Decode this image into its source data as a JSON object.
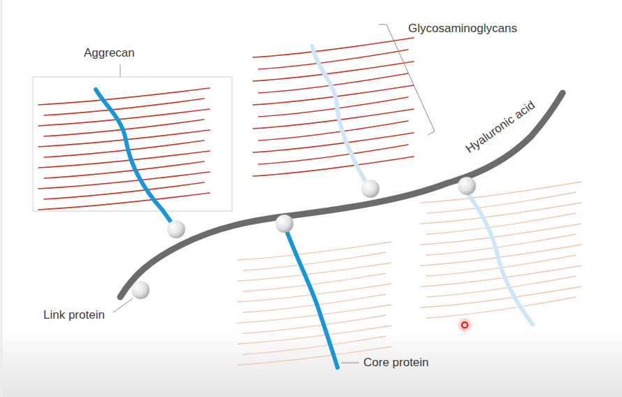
{
  "diagram": {
    "labels": [
      "Aggrecan",
      "Glycosaminoglycans",
      "Hyaluronic acid",
      "Link protein",
      "Core protein"
    ]
  }
}
